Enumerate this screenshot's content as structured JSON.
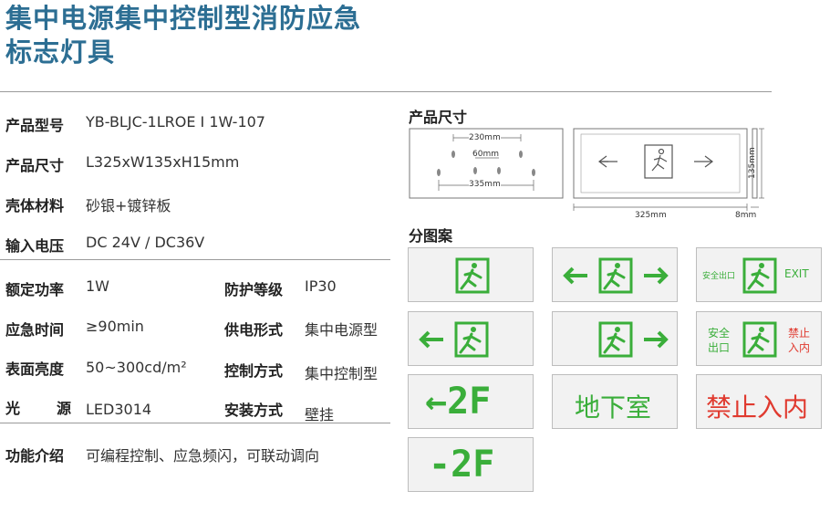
{
  "title": {
    "line1": "集中电源集中控制型消防应急",
    "line2": "标志灯具"
  },
  "specs": {
    "model_label": "产品型号",
    "model_value": "YB-BLJC-1LROE I 1W-107",
    "size_label": "产品尺寸",
    "size_value": "L325xW135xH15mm",
    "material_label": "壳体材料",
    "material_value": "砂银+镀锌板",
    "voltage_label": "输入电压",
    "voltage_value": "DC 24V / DC36V",
    "power_label": "额定功率",
    "power_value": "1W",
    "ip_label": "防护等级",
    "ip_value": "IP30",
    "time_label": "应急时间",
    "time_value": "≥90min",
    "supply_label": "供电形式",
    "supply_value": "集中电源型",
    "brightness_label": "表面亮度",
    "brightness_value": "50~300cd/m²",
    "control_label": "控制方式",
    "control_value": "集中控制型",
    "light_label_a": "光",
    "light_label_b": "源",
    "light_value": "LED3014",
    "install_label": "安装方式",
    "install_value": "壁挂",
    "func_label": "功能介绍",
    "func_value": "可编程控制、应急频闪，可联动调向"
  },
  "diagram": {
    "title": "产品尺寸",
    "dim_230": "230mm",
    "dim_60": "60mm",
    "dim_335": "335mm",
    "dim_325": "325mm",
    "dim_8": "8mm",
    "dim_135": "135mm"
  },
  "gallery": {
    "title": "分图案",
    "safe_exit_small": "安全出口",
    "exit": "EXIT",
    "safe_a": "安全",
    "safe_b": "出口",
    "noentry_a": "禁止",
    "noentry_b": "入内",
    "floor_left": "←2F",
    "floor_minus": "-2F",
    "basement": "地下室",
    "no_entry": "禁止入内"
  },
  "colors": {
    "title": "#2c6e93",
    "green": "#3aae3a",
    "red": "#e03a2f"
  }
}
